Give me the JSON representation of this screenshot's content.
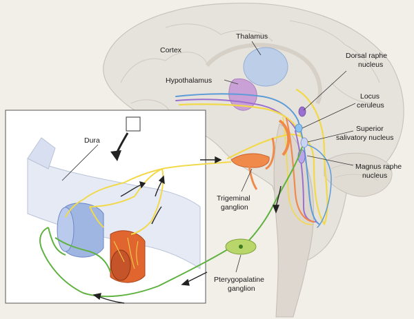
{
  "labels": {
    "cortex": "Cortex",
    "thalamus": "Thalamus",
    "hypothalamus": "Hypothalamus",
    "dorsal_raphe_1": "Dorsal raphe",
    "dorsal_raphe_2": "nucleus",
    "locus_1": "Locus",
    "locus_2": "ceruleus",
    "superior_1": "Superior",
    "superior_2": "salivatory nucleus",
    "magnus_1": "Magnus raphe",
    "magnus_2": "nucleus",
    "dura": "Dura",
    "trigeminal_1": "Trigeminal",
    "trigeminal_2": "ganglion",
    "ptery_1": "Pterygopalatine",
    "ptery_2": "ganglion"
  },
  "colors": {
    "background": "#f2efe9",
    "brain": "#e6e2dc",
    "thalamus": "#b9cdea",
    "hypothalamus": "#c79ad6",
    "yellow_path": "#f2d94a",
    "blue_path": "#5b9bd8",
    "purple_path": "#9b6fd0",
    "orange_path": "#f08a4b",
    "green_path": "#5fb23f",
    "vein": "#9fb6e2",
    "artery": "#e0652e"
  }
}
